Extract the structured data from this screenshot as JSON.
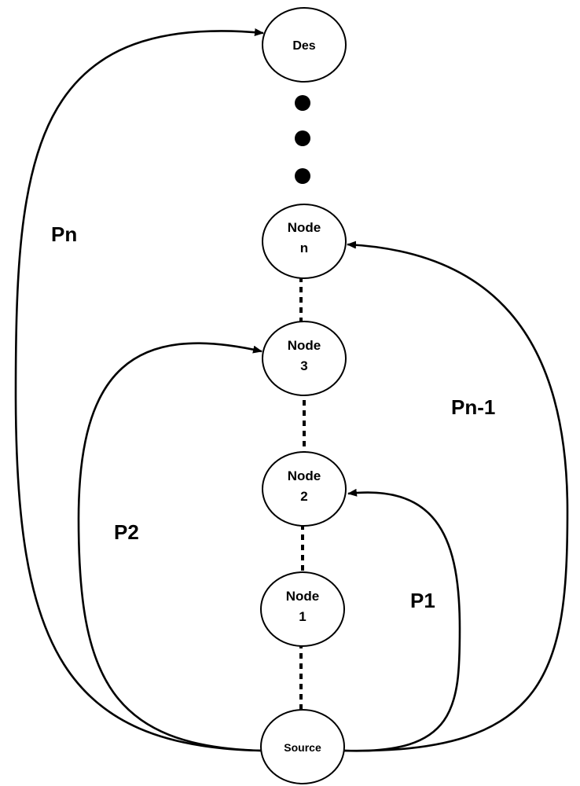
{
  "nodes": {
    "des": {
      "line1": "Des",
      "line2": ""
    },
    "node_n": {
      "line1": "Node",
      "line2": "n"
    },
    "node_3": {
      "line1": "Node",
      "line2": "3"
    },
    "node_2": {
      "line1": "Node",
      "line2": "2"
    },
    "node_1": {
      "line1": "Node",
      "line2": "1"
    },
    "source": {
      "line1": "Source",
      "line2": ""
    }
  },
  "paths": {
    "p1": "P1",
    "p2": "P2",
    "pn_minus_1": "Pn-1",
    "pn": "Pn"
  },
  "colors": {
    "stroke": "#000000",
    "node_fill": "#ffffff",
    "background": "#ffffff"
  }
}
